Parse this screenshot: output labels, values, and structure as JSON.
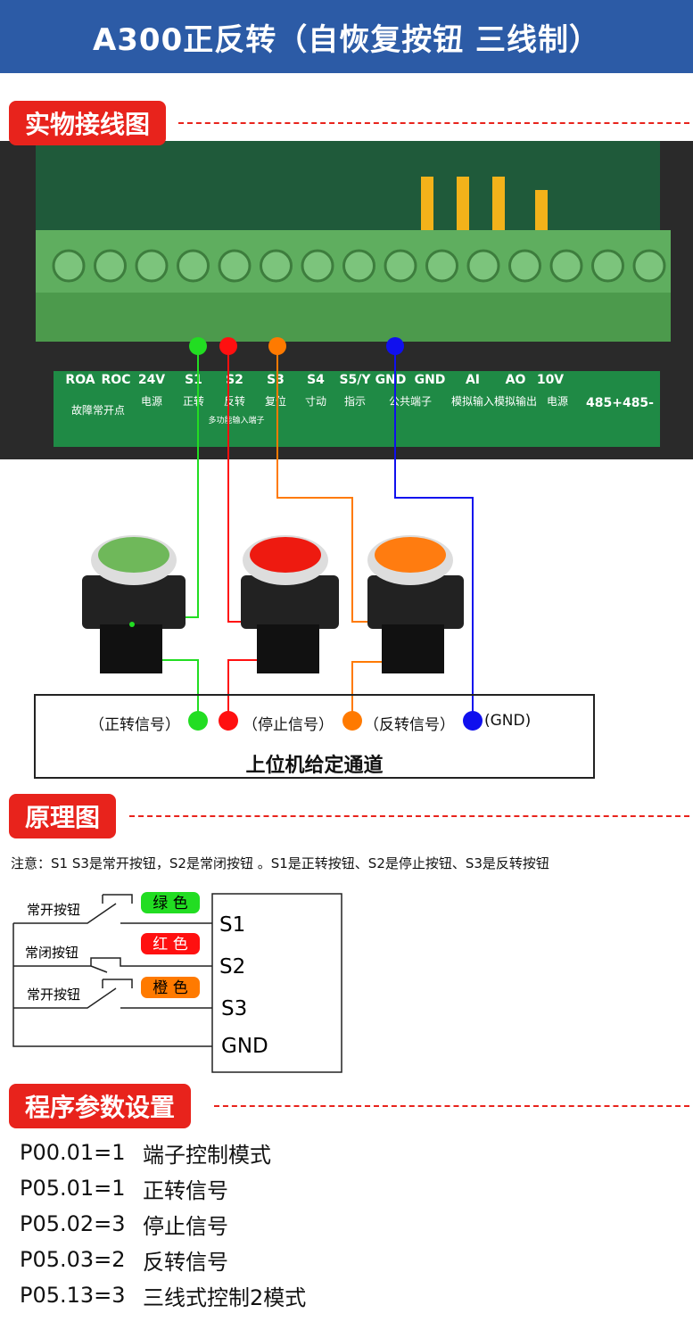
{
  "header": {
    "title": "A300正反转（自恢复按钮 三线制）"
  },
  "sections": {
    "wiring": "实物接线图",
    "principle": "原理图",
    "params": "程序参数设置"
  },
  "terminals": [
    "ROA",
    "ROC",
    "24V",
    "S1",
    "S2",
    "S3",
    "S4",
    "S5/Y",
    "GND",
    "GND",
    "AI",
    "AO",
    "10V",
    "485+485-"
  ],
  "terminal_desc": [
    "故障常开点",
    "电源",
    "正转",
    "反转",
    "复位",
    "寸动",
    "指示",
    "公共端子",
    "模拟输入",
    "模拟输出",
    "电源",
    "多功能输入端子"
  ],
  "wire_colors": {
    "green": "#22dd22",
    "red": "#ff1010",
    "orange": "#ff7a00",
    "blue": "#1010ee"
  },
  "channel": {
    "title": "上位机给定通道",
    "forward": "（正转信号）",
    "stop": "（停止信号）",
    "reverse": "（反转信号）",
    "gnd": "(GND)"
  },
  "note": "注意：S1 S3是常开按钮，S2是常闭按钮 。S1是正转按钮、S2是停止按钮、S3是反转按钮",
  "schematic": {
    "no1": "常开按钮",
    "nc": "常闭按钮",
    "no2": "常开按钮",
    "green": "绿 色",
    "red": "红 色",
    "orange": "橙 色",
    "s1": "S1",
    "s2": "S2",
    "s3": "S3",
    "gnd": "GND"
  },
  "params": [
    {
      "key": "P00.01=1",
      "desc": "端子控制模式"
    },
    {
      "key": "P05.01=1",
      "desc": "正转信号"
    },
    {
      "key": "P05.02=3",
      "desc": "停止信号"
    },
    {
      "key": "P05.03=2",
      "desc": "反转信号"
    },
    {
      "key": "P05.13=3",
      "desc": "三线式控制2模式"
    }
  ]
}
